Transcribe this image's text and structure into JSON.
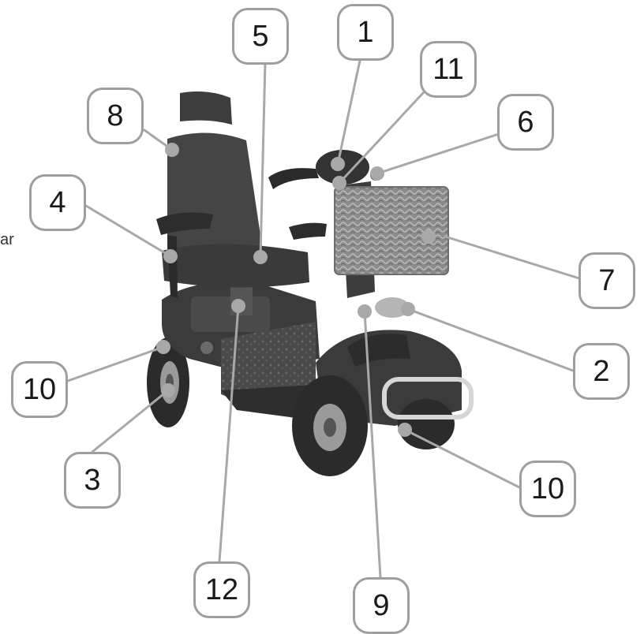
{
  "callouts": {
    "c1": "1",
    "c2": "2",
    "c3": "3",
    "c4": "4",
    "c5": "5",
    "c6": "6",
    "c7": "7",
    "c8": "8",
    "c9": "9",
    "c10a": "10",
    "c10b": "10",
    "c11": "11",
    "c12": "12"
  },
  "edge_text": "ar",
  "colors": {
    "callout_border": "#9e9e9e",
    "leader_line": "#a8a8a8",
    "scooter_body": "#3a3a3a",
    "basket": "#8a8a8a",
    "chrome": "#d0d0d0"
  }
}
